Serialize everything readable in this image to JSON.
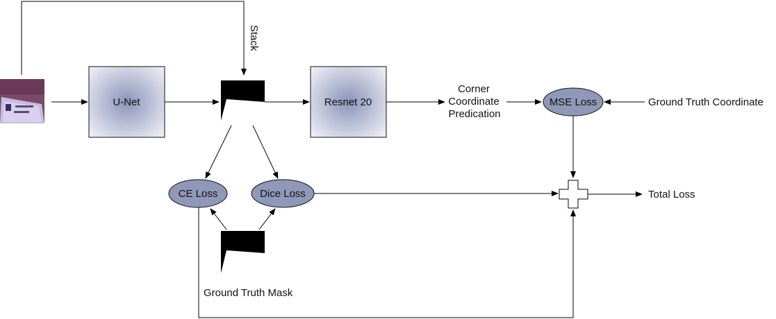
{
  "nodes": {
    "unet": "U-Net",
    "resnet": "Resnet 20",
    "mse": "MSE Loss",
    "ce": "CE Loss",
    "dice": "Dice Loss"
  },
  "labels": {
    "stack": "Stack",
    "corner_line1": "Corner",
    "corner_line2": "Coordinate",
    "corner_line3": "Predication",
    "gt_coord": "Ground Truth Coordinate",
    "total_loss": "Total Loss",
    "gt_mask": "Ground Truth Mask"
  },
  "colors": {
    "box_center": "#8a94b8",
    "box_edge": "#f2f2f8",
    "ellipse_fill": "#8f98b8",
    "mask": "#000000"
  },
  "icons": {
    "input_image": "id-card-photo-icon",
    "sum": "plus-sign-icon"
  }
}
